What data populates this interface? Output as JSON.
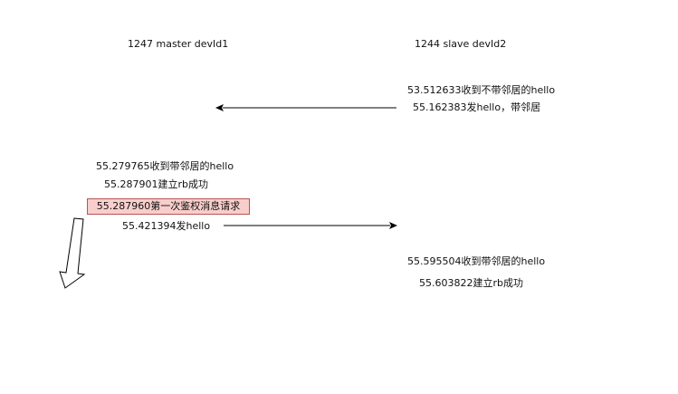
{
  "master": {
    "header": "1247 master devId1",
    "events": {
      "recv_hello": "55.279765收到带邻居的hello",
      "rb_established": "55.287901建立rb成功",
      "first_auth": "55.287960第一次鉴权消息请求",
      "send_hello": "55.421394发hello"
    }
  },
  "slave": {
    "header": "1244 slave  devId2",
    "events": {
      "recv_no_neighbor": "53.512633收到不带邻居的hello",
      "send_hello": "55.162383发hello，带邻居",
      "recv_hello": "55.595504收到带邻居的hello",
      "rb_established": "55.603822建立rb成功"
    }
  },
  "colors": {
    "highlight_fill": "#f8cecc",
    "highlight_border": "#b85450",
    "line": "#000000"
  }
}
